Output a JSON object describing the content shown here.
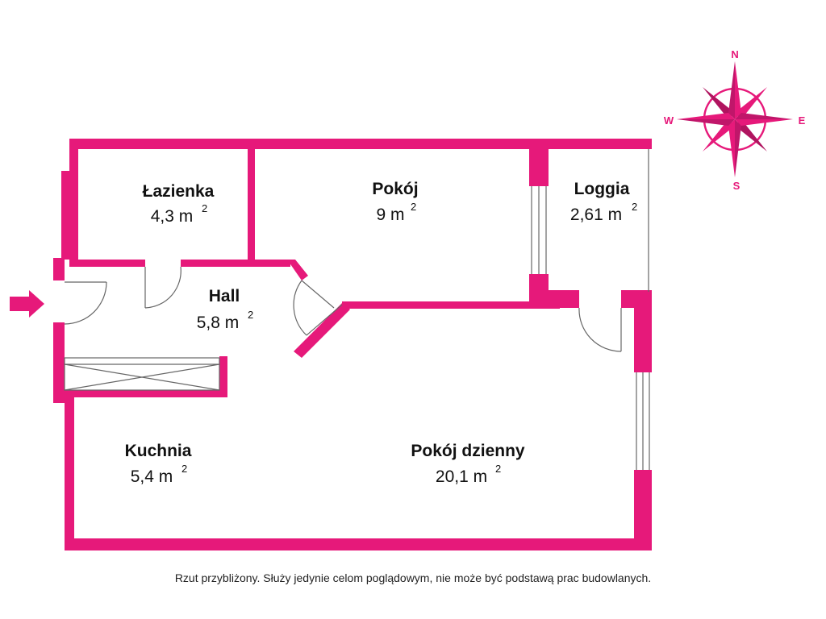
{
  "rooms": [
    {
      "name": "Łazienka",
      "area": "4,3 m",
      "unit_exp": "2"
    },
    {
      "name": "Pokój",
      "area": "9 m",
      "unit_exp": "2"
    },
    {
      "name": "Loggia",
      "area": "2,61 m",
      "unit_exp": "2"
    },
    {
      "name": "Hall",
      "area": "5,8 m",
      "unit_exp": "2"
    },
    {
      "name": "Kuchnia",
      "area": "5,4 m",
      "unit_exp": "2"
    },
    {
      "name": "Pokój dzienny",
      "area": "20,1 m",
      "unit_exp": "2"
    }
  ],
  "compass": {
    "north": "N",
    "south": "S",
    "east": "E",
    "west": "W"
  },
  "footer": "Rzut przybliżony. Służy jedynie celom poglądowym, nie może być podstawą prac budowlanych.",
  "colors": {
    "wall": "#e6197a",
    "line": "#666666",
    "text": "#111111"
  },
  "icons": {
    "entrance": "arrow-right-icon",
    "compass": "compass-rose-icon"
  }
}
